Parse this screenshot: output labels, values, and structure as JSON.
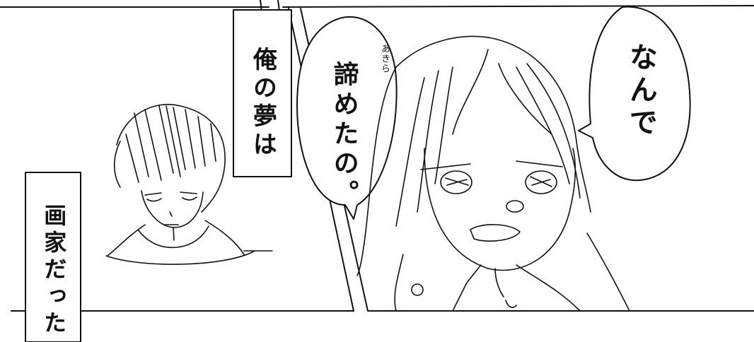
{
  "narration": {
    "box1": "俺の夢は",
    "box2": "画家だった"
  },
  "speech": {
    "bubble_left_main": "諦めたの。",
    "bubble_left_ruby": "あきら",
    "bubble_right": "なんで"
  },
  "colors": {
    "ink": "#111111",
    "paper": "#ffffff"
  }
}
